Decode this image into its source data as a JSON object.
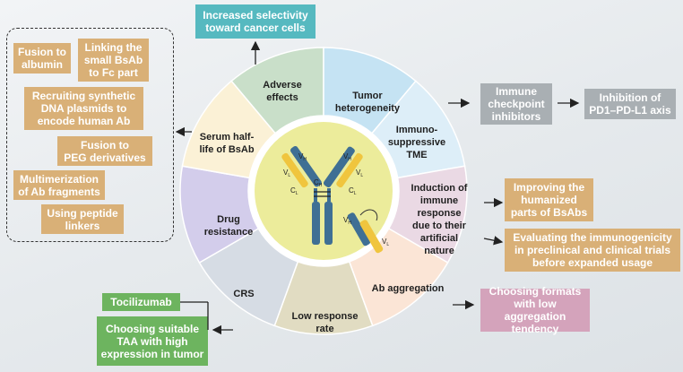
{
  "segments": {
    "adverse_effects": "Adverse\neffects",
    "tumor_heterogeneity": "Tumor\nheterogeneity",
    "immunosuppressive_tme": "Immuno-\nsuppressive\nTME",
    "induction_immune_response": "Induction of\nimmune\nresponse\ndue to their\nartificial\nnature",
    "ab_aggregation": "Ab aggregation",
    "low_response_rate": "Low response\nrate",
    "crs": "CRS",
    "drug_resistance": "Drug\nresistance",
    "serum_half_life": "Serum half-\nlife of BsAb"
  },
  "solutions": {
    "increased_selectivity": "Increased selectivity\ntoward cancer cells",
    "fusion_albumin": "Fusion to\nalbumin",
    "linking_fc": "Linking the\nsmall BsAb\nto Fc part",
    "recruiting_plasmids": "Recruiting synthetic\nDNA plasmids to\nencode human Ab",
    "fusion_peg": "Fusion to\nPEG derivatives",
    "multimerization": "Multimerization\nof Ab fragments",
    "peptide_linkers": "Using peptide\nlinkers",
    "checkpoint_inhibitors": "Immune\ncheckpoint\ninhibitors",
    "pd1_pdl1": "Inhibition of\nPD1–PD-L1 axis",
    "improving_humanized": "Improving the\nhumanized\nparts of BsAbs",
    "evaluating_immunogenicity": "Evaluating the immunogenicity\nin preclinical and clinical trials\nbefore expanded usage",
    "choosing_formats": "Choosing formats\nwith low aggregation\ntendency",
    "tocilizumab": "Tocilizumab",
    "choosing_taa": "Choosing suitable\nTAA with high\nexpression in tumor"
  },
  "antibody_labels": {
    "vh": "V",
    "vh_sub": "H",
    "vl": "V",
    "vl_sub": "L",
    "cl": "C",
    "cl_sub": "L",
    "ch": "C",
    "ch_sub": "H"
  },
  "colors": {
    "segments": [
      "#c9dfc9",
      "#c5e3f3",
      "#ddeef8",
      "#ead9e4",
      "#fbe5d6",
      "#e1dcc2",
      "#d6dce4",
      "#d3cdeb",
      "#fbf1d6"
    ],
    "center": "#ecec9b",
    "heavy_chain": "#3f6f94",
    "light_chain": "#f0c53e",
    "tan": "#d9b077",
    "teal": "#56b9c0",
    "grey": "#a9afb3",
    "pink": "#d4a3bb",
    "green": "#6db45f"
  }
}
